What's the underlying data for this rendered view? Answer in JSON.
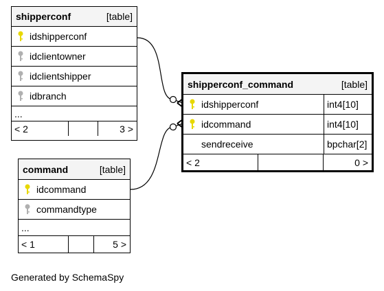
{
  "colors": {
    "primary_key": "#e8d800",
    "foreign_key": "#b0b0b0",
    "header_bg": "#f4f4f4"
  },
  "tables": {
    "shipperconf": {
      "name": "shipperconf",
      "kind": "[table]",
      "columns": [
        {
          "name": "idshipperconf",
          "icon": "primary-key-icon"
        },
        {
          "name": "idclientowner",
          "icon": "foreign-key-icon"
        },
        {
          "name": "idclientshipper",
          "icon": "foreign-key-icon"
        },
        {
          "name": "idbranch",
          "icon": "foreign-key-icon"
        }
      ],
      "ellipsis": "...",
      "footer_left": "< 2",
      "footer_right": "3 >"
    },
    "command": {
      "name": "command",
      "kind": "[table]",
      "columns": [
        {
          "name": "idcommand",
          "icon": "primary-key-icon"
        },
        {
          "name": "commandtype",
          "icon": "foreign-key-icon"
        }
      ],
      "ellipsis": "...",
      "footer_left": "< 1",
      "footer_right": "5 >"
    },
    "shipperconf_command": {
      "name": "shipperconf_command",
      "kind": "[table]",
      "columns": [
        {
          "name": "idshipperconf",
          "icon": "primary-key-icon",
          "type": "int4[10]"
        },
        {
          "name": "idcommand",
          "icon": "primary-key-icon",
          "type": "int4[10]"
        },
        {
          "name": "sendreceive",
          "icon": "",
          "type": "bpchar[2]"
        }
      ],
      "footer_left": "< 2",
      "footer_right": "0 >"
    }
  },
  "footer": "Generated by SchemaSpy"
}
